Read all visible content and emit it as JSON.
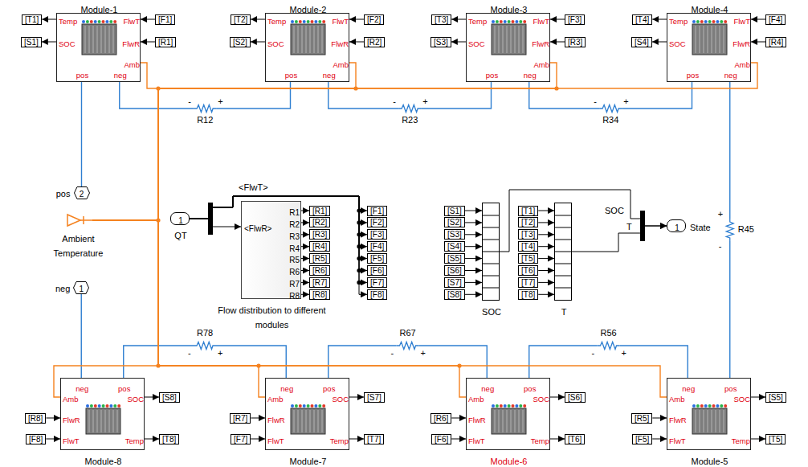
{
  "diagram": {
    "nodes": [
      {
        "text": [
          "[T1]"
        ]
      },
      {
        "text": [
          "[S1]"
        ]
      },
      {
        "text": [
          "Module-1",
          "Temp",
          "SOC",
          "pos",
          "neg",
          "FlwT",
          "FlwR",
          "Amb"
        ]
      },
      {
        "text": [
          "[F1]"
        ]
      },
      {
        "text": [
          "[R1]"
        ]
      },
      {
        "text": [
          "[T2]"
        ]
      },
      {
        "text": [
          "[S2]"
        ]
      },
      {
        "text": [
          "Module-2",
          "Temp",
          "SOC",
          "pos",
          "neg",
          "FlwT",
          "FlwR",
          "Amb"
        ]
      },
      {
        "text": [
          "[F2]"
        ]
      },
      {
        "text": [
          "[R2]"
        ]
      },
      {
        "text": [
          "[T3]"
        ]
      },
      {
        "text": [
          "[S3]"
        ]
      },
      {
        "text": [
          "Module-3",
          "Temp",
          "SOC",
          "pos",
          "neg",
          "FlwT",
          "FlwR",
          "Amb"
        ]
      },
      {
        "text": [
          "[F3]"
        ]
      },
      {
        "text": [
          "[R3]"
        ]
      },
      {
        "text": [
          "[T4]"
        ]
      },
      {
        "text": [
          "[S4]"
        ]
      },
      {
        "text": [
          "Module-4",
          "Temp",
          "SOC",
          "pos",
          "neg",
          "FlwT",
          "FlwR",
          "Amb"
        ]
      },
      {
        "text": [
          "[F4]"
        ]
      },
      {
        "text": [
          "[R4]"
        ]
      },
      {
        "text": [
          "pos",
          "2"
        ]
      },
      {
        "text": [
          "Ambient Temperature"
        ]
      },
      {
        "text": [
          "1",
          "QT"
        ]
      },
      {
        "text": [
          "R1",
          "R2",
          "R3",
          "R4",
          "R5",
          "R6",
          "R7",
          "R8",
          "<FlwR>",
          "Flow distribution to different modules"
        ]
      },
      {
        "text": [
          "[R1]"
        ]
      },
      {
        "text": [
          "[R2]"
        ]
      },
      {
        "text": [
          "[R3]"
        ]
      },
      {
        "text": [
          "[R4]"
        ]
      },
      {
        "text": [
          "[R5]"
        ]
      },
      {
        "text": [
          "[R6]"
        ]
      },
      {
        "text": [
          "[R7]"
        ]
      },
      {
        "text": [
          "[R8]"
        ]
      },
      {
        "text": [
          "[F1]"
        ]
      },
      {
        "text": [
          "[F2]"
        ]
      },
      {
        "text": [
          "[F3]"
        ]
      },
      {
        "text": [
          "[F4]"
        ]
      },
      {
        "text": [
          "[F5]"
        ]
      },
      {
        "text": [
          "[F6]"
        ]
      },
      {
        "text": [
          "[F7]"
        ]
      },
      {
        "text": [
          "[F8]"
        ]
      },
      {
        "text": [
          "[S1]"
        ]
      },
      {
        "text": [
          "[S2]"
        ]
      },
      {
        "text": [
          "[S3]"
        ]
      },
      {
        "text": [
          "[S4]"
        ]
      },
      {
        "text": [
          "[S5]"
        ]
      },
      {
        "text": [
          "[S6]"
        ]
      },
      {
        "text": [
          "[S7]"
        ]
      },
      {
        "text": [
          "[S8]"
        ]
      },
      {
        "text": [
          "SOC"
        ]
      },
      {
        "text": [
          "[T1]"
        ]
      },
      {
        "text": [
          "[T2]"
        ]
      },
      {
        "text": [
          "[T3]"
        ]
      },
      {
        "text": [
          "[T4]"
        ]
      },
      {
        "text": [
          "[T5]"
        ]
      },
      {
        "text": [
          "[T6]"
        ]
      },
      {
        "text": [
          "[T7]"
        ]
      },
      {
        "text": [
          "[T8]"
        ]
      },
      {
        "text": [
          "T"
        ]
      },
      {
        "text": [
          "1",
          "State"
        ]
      },
      {
        "text": [
          "neg",
          "1"
        ]
      },
      {
        "text": [
          "[R8]"
        ]
      },
      {
        "text": [
          "[F8]"
        ]
      },
      {
        "text": [
          "Module-8",
          "Temp",
          "SOC",
          "pos",
          "neg",
          "FlwT",
          "FlwR",
          "Amb"
        ]
      },
      {
        "text": [
          "[S8]"
        ]
      },
      {
        "text": [
          "[T8]"
        ]
      },
      {
        "text": [
          "[R7]"
        ]
      },
      {
        "text": [
          "[F7]"
        ]
      },
      {
        "text": [
          "Module-7",
          "Temp",
          "SOC",
          "pos",
          "neg",
          "FlwT",
          "FlwR",
          "Amb"
        ]
      },
      {
        "text": [
          "[S7]"
        ]
      },
      {
        "text": [
          "[T7]"
        ]
      },
      {
        "text": [
          "[R6]"
        ]
      },
      {
        "text": [
          "[F6]"
        ]
      },
      {
        "text": [
          "Module-6",
          "Temp",
          "SOC",
          "pos",
          "neg",
          "FlwT",
          "FlwR",
          "Amb"
        ]
      },
      {
        "text": [
          "[S6]"
        ]
      },
      {
        "text": [
          "[T6]"
        ]
      },
      {
        "text": [
          "[R5]"
        ]
      },
      {
        "text": [
          "[F5]"
        ]
      },
      {
        "text": [
          "Module-5",
          "Temp",
          "SOC",
          "pos",
          "neg",
          "FlwT",
          "FlwR",
          "Amb"
        ]
      },
      {
        "text": [
          "[S5]"
        ]
      },
      {
        "text": [
          "[T5]"
        ]
      }
    ],
    "edges": [
      {
        "from": 2,
        "to": 0,
        "arrow": "to"
      },
      {
        "from": 2,
        "to": 1,
        "arrow": "to"
      },
      {
        "from": 3,
        "to": 2,
        "arrow": "to"
      },
      {
        "from": 4,
        "to": 2,
        "arrow": "to"
      },
      {
        "from": 7,
        "to": 5,
        "arrow": "to"
      },
      {
        "from": 7,
        "to": 6,
        "arrow": "to"
      },
      {
        "from": 8,
        "to": 7,
        "arrow": "to"
      },
      {
        "from": 9,
        "to": 7,
        "arrow": "to"
      },
      {
        "from": 12,
        "to": 10,
        "arrow": "to"
      },
      {
        "from": 12,
        "to": 11,
        "arrow": "to"
      },
      {
        "from": 13,
        "to": 12,
        "arrow": "to"
      },
      {
        "from": 14,
        "to": 12,
        "arrow": "to"
      },
      {
        "from": 17,
        "to": 15,
        "arrow": "to"
      },
      {
        "from": 17,
        "to": 16,
        "arrow": "to"
      },
      {
        "from": 18,
        "to": 17,
        "arrow": "to"
      },
      {
        "from": 19,
        "to": 17,
        "arrow": "to"
      },
      {
        "from": 2,
        "to": 7,
        "arrow": "none",
        "label": "R12"
      },
      {
        "from": 7,
        "to": 12,
        "arrow": "none",
        "label": "R23"
      },
      {
        "from": 12,
        "to": 17,
        "arrow": "none",
        "label": "R34"
      },
      {
        "from": 17,
        "to": 77,
        "arrow": "none",
        "label": "R45"
      },
      {
        "from": 77,
        "to": 72,
        "arrow": "none",
        "label": "R56"
      },
      {
        "from": 72,
        "to": 67,
        "arrow": "none",
        "label": "R67"
      },
      {
        "from": 67,
        "to": 62,
        "arrow": "none",
        "label": "R78"
      },
      {
        "from": 20,
        "to": 2,
        "arrow": "none"
      },
      {
        "from": 59,
        "to": 62,
        "arrow": "none"
      },
      {
        "from": 21,
        "to": 2,
        "arrow": "none"
      },
      {
        "from": 21,
        "to": 7,
        "arrow": "none"
      },
      {
        "from": 21,
        "to": 12,
        "arrow": "none"
      },
      {
        "from": 21,
        "to": 17,
        "arrow": "none"
      },
      {
        "from": 21,
        "to": 62,
        "arrow": "none"
      },
      {
        "from": 21,
        "to": 67,
        "arrow": "none"
      },
      {
        "from": 21,
        "to": 72,
        "arrow": "none"
      },
      {
        "from": 21,
        "to": 77,
        "arrow": "none"
      },
      {
        "from": 22,
        "to": 23,
        "arrow": "to"
      },
      {
        "from": 22,
        "to": 32,
        "arrow": "to"
      },
      {
        "from": 22,
        "to": 33,
        "arrow": "to"
      },
      {
        "from": 22,
        "to": 34,
        "arrow": "to"
      },
      {
        "from": 22,
        "to": 35,
        "arrow": "to"
      },
      {
        "from": 22,
        "to": 36,
        "arrow": "to"
      },
      {
        "from": 22,
        "to": 37,
        "arrow": "to"
      },
      {
        "from": 22,
        "to": 38,
        "arrow": "to"
      },
      {
        "from": 22,
        "to": 39,
        "arrow": "to"
      },
      {
        "from": 23,
        "to": 24,
        "arrow": "to"
      },
      {
        "from": 23,
        "to": 25,
        "arrow": "to"
      },
      {
        "from": 23,
        "to": 26,
        "arrow": "to"
      },
      {
        "from": 23,
        "to": 27,
        "arrow": "to"
      },
      {
        "from": 23,
        "to": 28,
        "arrow": "to"
      },
      {
        "from": 23,
        "to": 29,
        "arrow": "to"
      },
      {
        "from": 23,
        "to": 30,
        "arrow": "to"
      },
      {
        "from": 23,
        "to": 31,
        "arrow": "to"
      },
      {
        "from": 40,
        "to": 48,
        "arrow": "to"
      },
      {
        "from": 41,
        "to": 48,
        "arrow": "to"
      },
      {
        "from": 42,
        "to": 48,
        "arrow": "to"
      },
      {
        "from": 43,
        "to": 48,
        "arrow": "to"
      },
      {
        "from": 44,
        "to": 48,
        "arrow": "to"
      },
      {
        "from": 45,
        "to": 48,
        "arrow": "to"
      },
      {
        "from": 46,
        "to": 48,
        "arrow": "to"
      },
      {
        "from": 47,
        "to": 48,
        "arrow": "to"
      },
      {
        "from": 49,
        "to": 57,
        "arrow": "to"
      },
      {
        "from": 50,
        "to": 57,
        "arrow": "to"
      },
      {
        "from": 51,
        "to": 57,
        "arrow": "to"
      },
      {
        "from": 52,
        "to": 57,
        "arrow": "to"
      },
      {
        "from": 53,
        "to": 57,
        "arrow": "to"
      },
      {
        "from": 54,
        "to": 57,
        "arrow": "to"
      },
      {
        "from": 55,
        "to": 57,
        "arrow": "to"
      },
      {
        "from": 56,
        "to": 57,
        "arrow": "to"
      },
      {
        "from": 48,
        "to": 58,
        "arrow": "to",
        "label": "SOC"
      },
      {
        "from": 57,
        "to": 58,
        "arrow": "to",
        "label": "T"
      },
      {
        "from": 62,
        "to": 63,
        "arrow": "to"
      },
      {
        "from": 62,
        "to": 64,
        "arrow": "to"
      },
      {
        "from": 60,
        "to": 62,
        "arrow": "to"
      },
      {
        "from": 61,
        "to": 62,
        "arrow": "to"
      },
      {
        "from": 67,
        "to": 68,
        "arrow": "to"
      },
      {
        "from": 67,
        "to": 69,
        "arrow": "to"
      },
      {
        "from": 65,
        "to": 67,
        "arrow": "to"
      },
      {
        "from": 66,
        "to": 67,
        "arrow": "to"
      },
      {
        "from": 72,
        "to": 73,
        "arrow": "to"
      },
      {
        "from": 72,
        "to": 74,
        "arrow": "to"
      },
      {
        "from": 70,
        "to": 72,
        "arrow": "to"
      },
      {
        "from": 71,
        "to": 72,
        "arrow": "to"
      },
      {
        "from": 77,
        "to": 78,
        "arrow": "to"
      },
      {
        "from": 77,
        "to": 79,
        "arrow": "to"
      },
      {
        "from": 75,
        "to": 77,
        "arrow": "to"
      },
      {
        "from": 76,
        "to": 77,
        "arrow": "to"
      }
    ],
    "labels": [
      "<FlwT>",
      "-",
      "+",
      "-",
      "+",
      "-",
      "+",
      "+",
      "-",
      "-",
      "+",
      "-",
      "+",
      "-",
      "+"
    ]
  }
}
